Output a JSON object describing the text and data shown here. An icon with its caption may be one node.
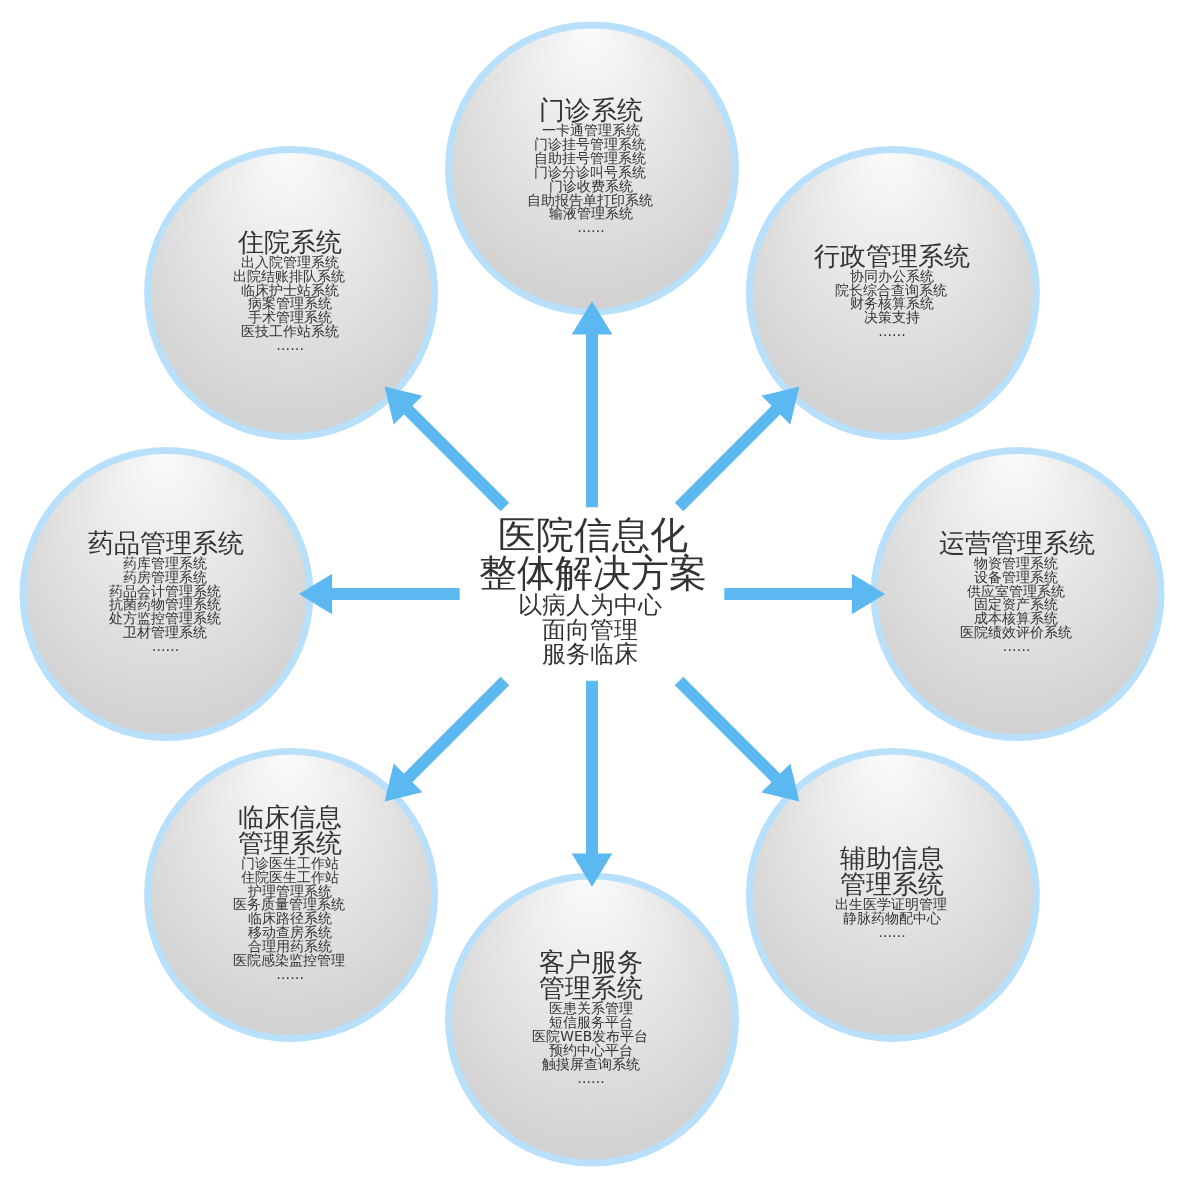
{
  "diagram": {
    "nodes": [
      {
        "text": [
          "医院信息化整体解决方案",
          "以病人为中心",
          "面向管理",
          "服务临床"
        ]
      },
      {
        "text": [
          "门诊系统",
          "一卡通管理系统",
          "门诊挂号管理系统",
          "自助挂号管理系统",
          "门诊分诊叫号系统",
          "门诊收费系统",
          "自助报告单打印系统",
          "输液管理系统",
          "……"
        ]
      },
      {
        "text": [
          "住院系统",
          "出入院管理系统",
          "出院结账排队系统",
          "临床护士站系统",
          "病案管理系统",
          "手术管理系统",
          "医技工作站系统",
          "……"
        ]
      },
      {
        "text": [
          "药品管理系统",
          "药库管理系统",
          "药房管理系统",
          "药品会计管理系统",
          "抗菌药物管理系统",
          "处方监控管理系统",
          "卫材管理系统",
          "……"
        ]
      },
      {
        "text": [
          "临床信息管理系统",
          "门诊医生工作站",
          "住院医生工作站",
          "护理管理系统",
          "医务质量管理系统",
          "临床路径系统",
          "移动查房系统",
          "合理用药系统",
          "医院感染监控管理",
          "……"
        ]
      },
      {
        "text": [
          "客户服务管理系统",
          "医患关系管理",
          "短信服务平台",
          "医院WEB发布平台",
          "预约中心平台",
          "触摸屏查询系统",
          "……"
        ]
      },
      {
        "text": [
          "辅助信息管理系统",
          "出生医学证明管理",
          "静脉药物配中心",
          "……"
        ]
      },
      {
        "text": [
          "运营管理系统",
          "物资管理系统",
          "设备管理系统",
          "供应室管理系统",
          "固定资产系统",
          "成本核算系统",
          "医院绩效评价系统",
          "……"
        ]
      },
      {
        "text": [
          "行政管理系统",
          "协同办公系统",
          "院长综合查询系统",
          "财务核算系统",
          "决策支持",
          "……"
        ]
      }
    ],
    "edges": [
      {
        "from": 0,
        "to": 1,
        "arrow": "to"
      },
      {
        "from": 0,
        "to": 2,
        "arrow": "to"
      },
      {
        "from": 0,
        "to": 3,
        "arrow": "to"
      },
      {
        "from": 0,
        "to": 4,
        "arrow": "to"
      },
      {
        "from": 0,
        "to": 5,
        "arrow": "to"
      },
      {
        "from": 0,
        "to": 6,
        "arrow": "to"
      },
      {
        "from": 0,
        "to": 7,
        "arrow": "to"
      },
      {
        "from": 0,
        "to": 8,
        "arrow": "to"
      }
    ]
  }
}
